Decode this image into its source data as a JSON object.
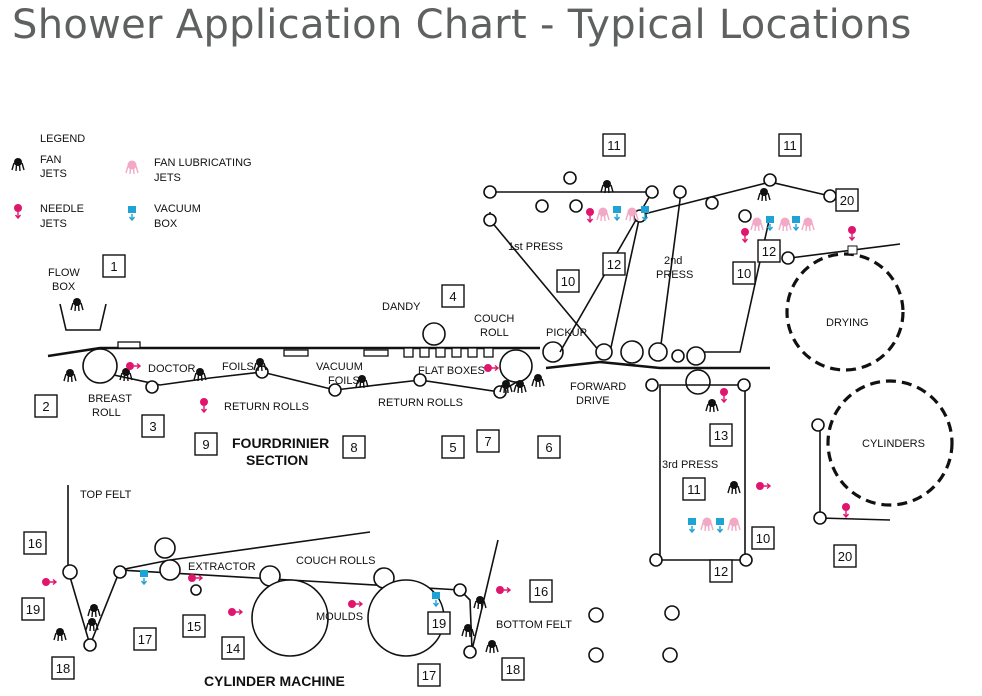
{
  "title": "Shower Application Chart - Typical Locations",
  "colors": {
    "fan": "#111111",
    "needle": "#e0156e",
    "lubricating": "#f2a9c6",
    "vacuum": "#1fa3d4",
    "title": "#5e6160"
  },
  "legend": {
    "heading": "LEGEND",
    "fan": [
      "FAN",
      "JETS"
    ],
    "needle": [
      "NEEDLE",
      "JETS"
    ],
    "lubricating": [
      "FAN LUBRICATING",
      "JETS"
    ],
    "vacuum": [
      "VACUUM",
      "BOX"
    ]
  },
  "sections": {
    "fourdrinier": [
      "FOURDRINIER",
      "SECTION"
    ],
    "cylinder": "CYLINDER MACHINE"
  },
  "labels": {
    "flow_box": [
      "FLOW",
      "BOX"
    ],
    "breast_roll": [
      "BREAST",
      "ROLL"
    ],
    "doctor": "DOCTOR",
    "foils": "FOILS",
    "vacuum_foils": [
      "VACUUM",
      "FOILS"
    ],
    "return_rolls": "RETURN ROLLS",
    "dandy": "DANDY",
    "couch_roll": [
      "COUCH",
      "ROLL"
    ],
    "flat_boxes": "FLAT BOXES",
    "pickup": "PICKUP",
    "forward_drive": [
      "FORWARD",
      "DRIVE"
    ],
    "first_press": "1st PRESS",
    "second_press": [
      "2nd",
      "PRESS"
    ],
    "third_press": "3rd PRESS",
    "drying": "DRYING",
    "cylinders": "CYLINDERS",
    "top_felt": "TOP FELT",
    "extractor": "EXTRACTOR",
    "couch_rolls": "COUCH ROLLS",
    "moulds": "MOULDS",
    "bottom_felt": "BOTTOM FELT"
  },
  "callouts": [
    "1",
    "2",
    "3",
    "4",
    "5",
    "6",
    "7",
    "8",
    "9",
    "10",
    "10",
    "10",
    "11",
    "11",
    "11",
    "12",
    "12",
    "12",
    "13",
    "14",
    "15",
    "16",
    "16",
    "17",
    "17",
    "18",
    "18",
    "19",
    "19",
    "20",
    "20"
  ]
}
